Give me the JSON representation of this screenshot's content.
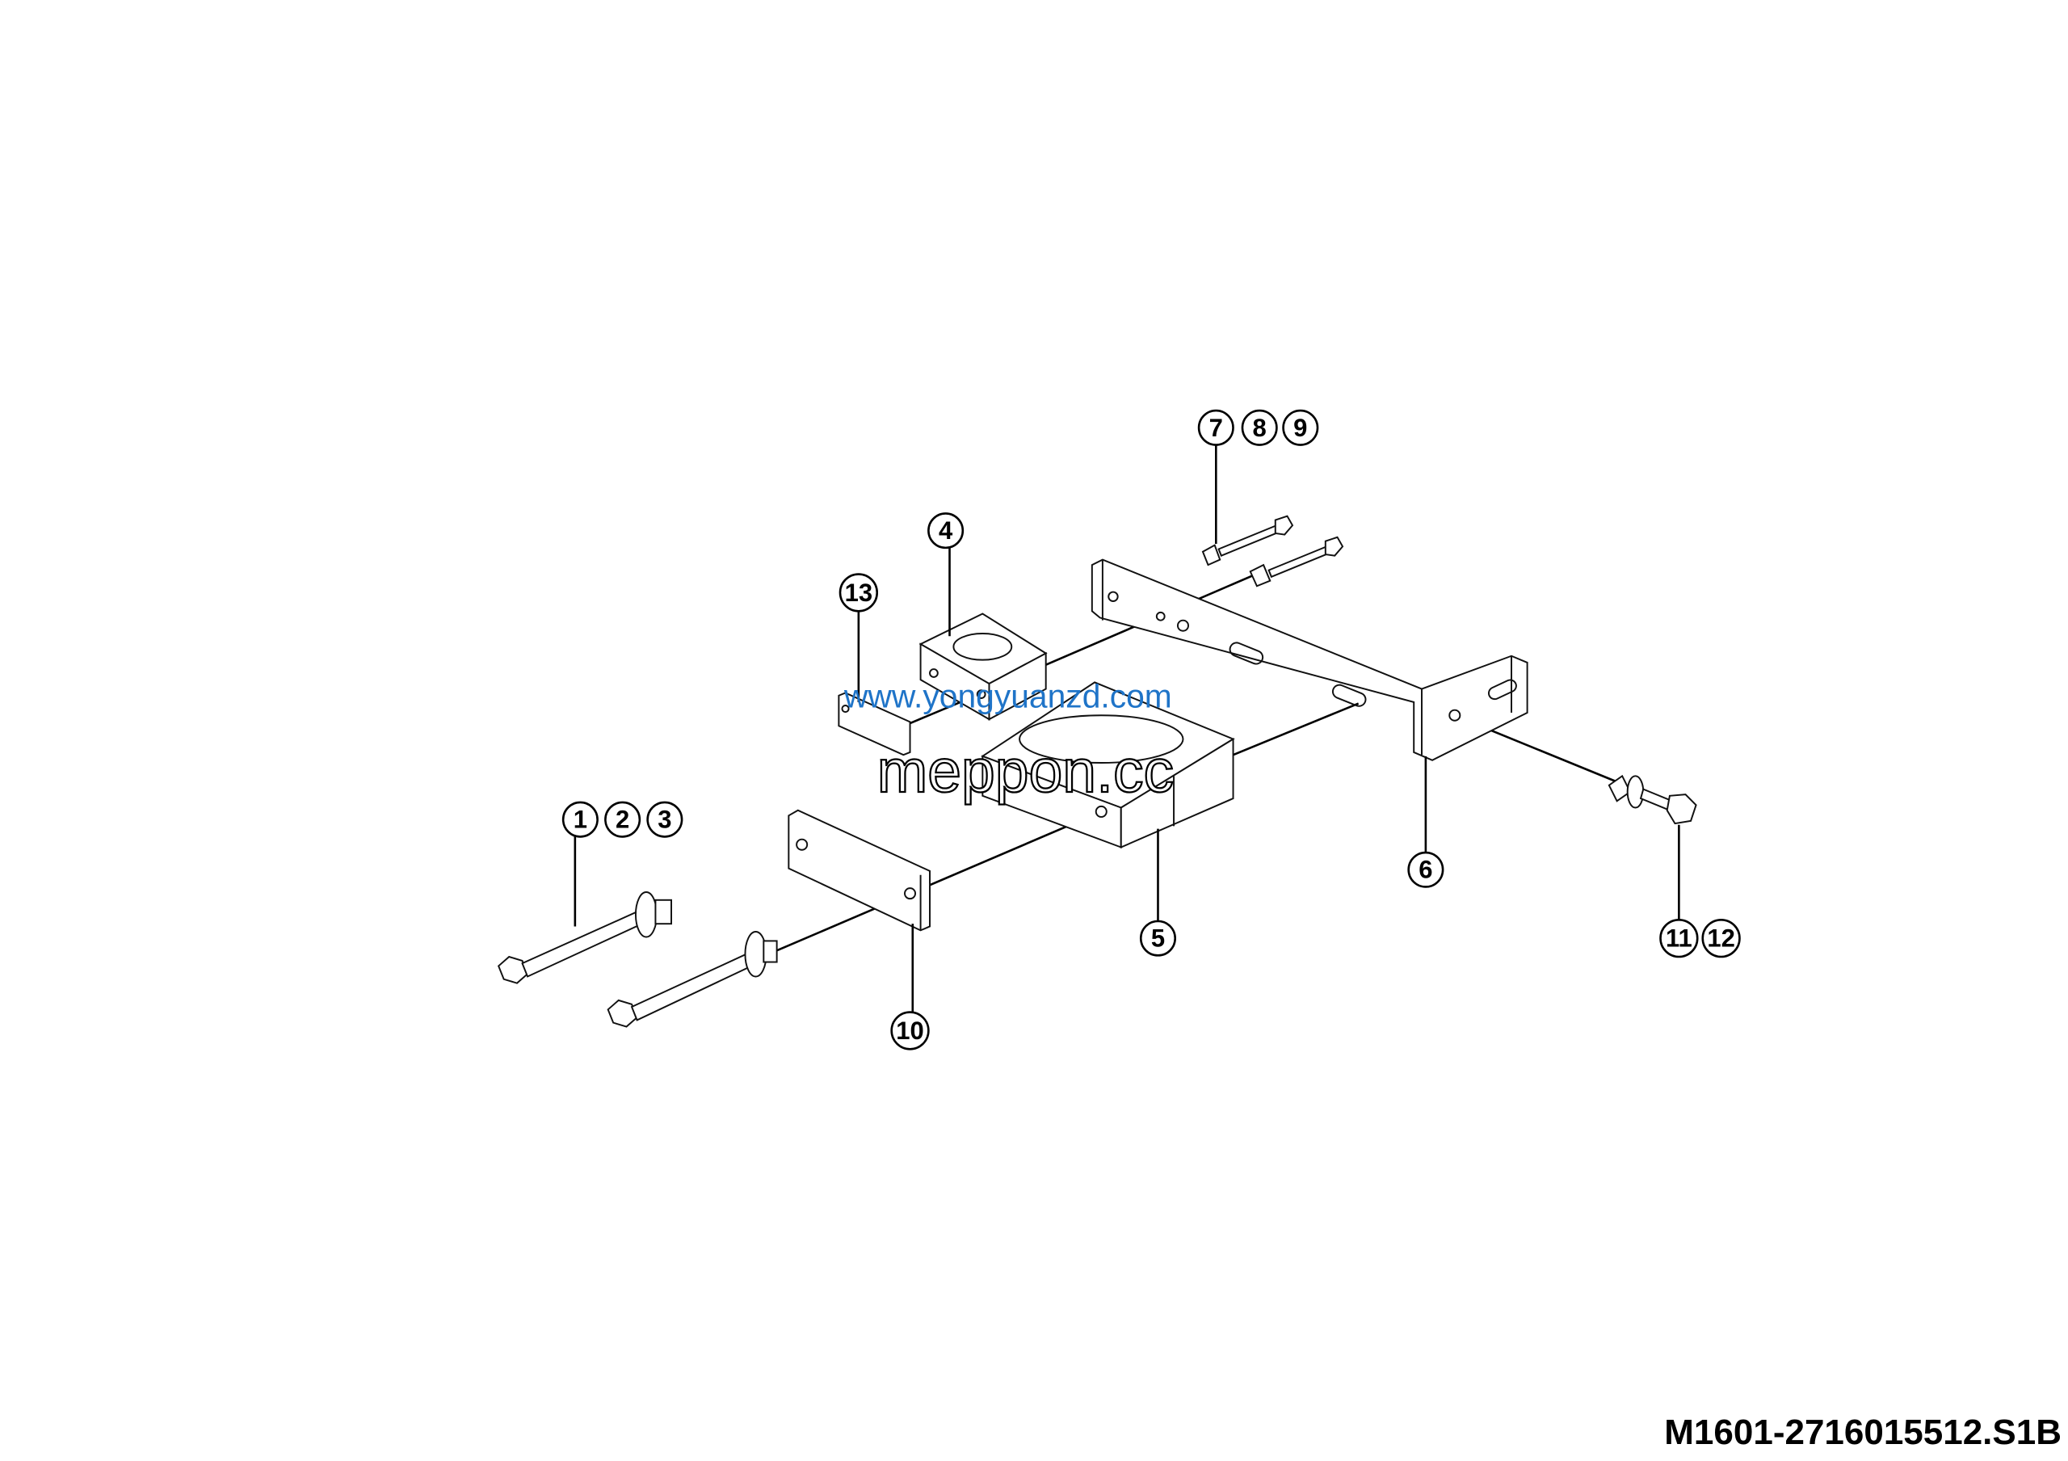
{
  "drawing_code": "M1601-2716015512.S1B",
  "watermarks": {
    "outlined": "meppon.cc",
    "blue": "www.yongyuanzd.com",
    "blue_color": "#1f74c8"
  },
  "callouts": {
    "c1": "1",
    "c2": "2",
    "c3": "3",
    "c4": "4",
    "c5": "5",
    "c6": "6",
    "c7": "7",
    "c8": "8",
    "c9": "9",
    "c10": "10",
    "c11": "11",
    "c12": "12",
    "c13": "13"
  }
}
